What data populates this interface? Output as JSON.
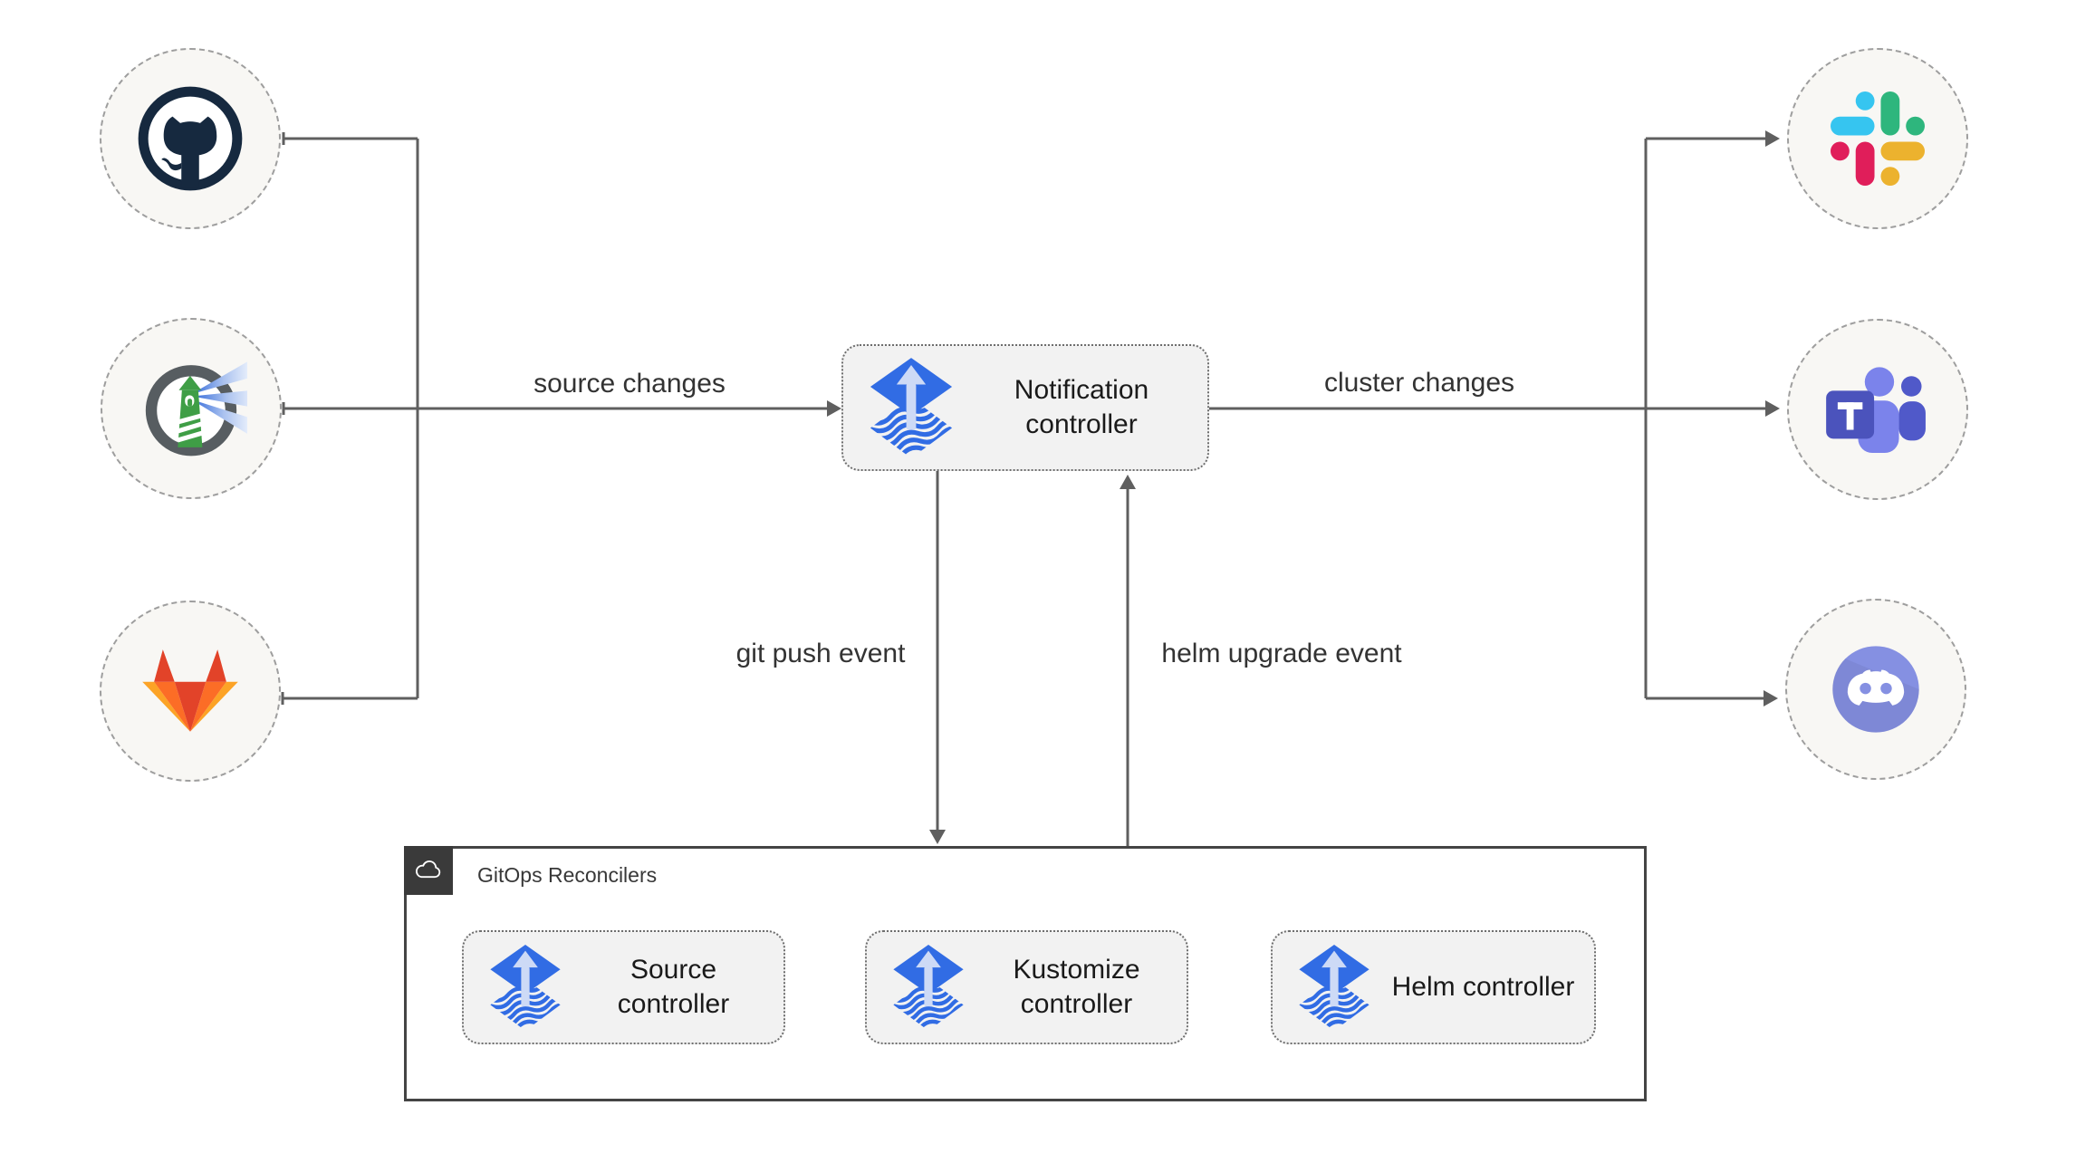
{
  "nodes": {
    "notification_controller": {
      "label": "Notification controller",
      "icon": "flux-icon"
    },
    "source_controller": {
      "label": "Source controller",
      "icon": "flux-icon"
    },
    "kustomize_controller": {
      "label": "Kustomize controller",
      "icon": "flux-icon"
    },
    "helm_controller": {
      "label": "Helm controller",
      "icon": "flux-icon"
    }
  },
  "group": {
    "label": "GitOps Reconcilers",
    "icon": "cloud-icon"
  },
  "edge_labels": {
    "source_changes": "source changes",
    "cluster_changes": "cluster changes",
    "git_push_event": "git push event",
    "helm_upgrade_event": "helm upgrade event"
  },
  "source_icons": [
    "github-icon",
    "harbor-icon",
    "gitlab-icon"
  ],
  "target_icons": [
    "slack-icon",
    "microsoft-teams-icon",
    "discord-icon"
  ],
  "colors": {
    "line": "#5f5f5f",
    "circle_fill": "#f8f7f4",
    "circle_border": "#9e9e9e",
    "box_fill": "#f2f2f2",
    "box_border": "#6e6e6e",
    "group_border": "#444444",
    "group_header_bg": "#3a3a3a",
    "text": "#1a1a1a",
    "label_text": "#333333",
    "flux_blue": "#316ce4",
    "flux_arrow_light": "#cddaf6",
    "github_dark": "#16293f",
    "harbor_gray": "#575d61",
    "harbor_green": "#3f9e46",
    "gitlab_red": "#e24329",
    "gitlab_orange": "#fc6d26",
    "gitlab_yellow": "#fca326",
    "slack_blue": "#36c5f0",
    "slack_green": "#2eb67d",
    "slack_yellow": "#ecb22e",
    "slack_red": "#e01e5a",
    "teams_dark": "#4b53bc",
    "teams_mid": "#5059c9",
    "teams_light": "#7b83eb",
    "discord_blurple": "#8590e2"
  }
}
